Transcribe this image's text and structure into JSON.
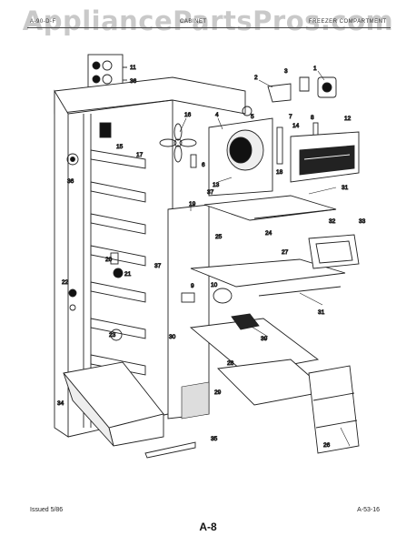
{
  "watermark": "AppliancePartsPros.com",
  "header": {
    "left": "A-90-D-F",
    "middle": "CABINET",
    "right": "FREEZER COMPARTMENT"
  },
  "callouts": [
    "1",
    "2",
    "3",
    "4",
    "5",
    "6",
    "7",
    "8",
    "9",
    "10",
    "11",
    "12",
    "13",
    "14",
    "15",
    "16",
    "17",
    "18",
    "19",
    "20",
    "21",
    "22",
    "23",
    "24",
    "25",
    "26",
    "27",
    "28",
    "29",
    "30",
    "31",
    "31",
    "32",
    "33",
    "34",
    "35",
    "36",
    "36",
    "37",
    "37",
    "39"
  ],
  "footer": {
    "issued": "Issued 5/86",
    "doc_code": "A-53-16",
    "page": "A-8"
  }
}
